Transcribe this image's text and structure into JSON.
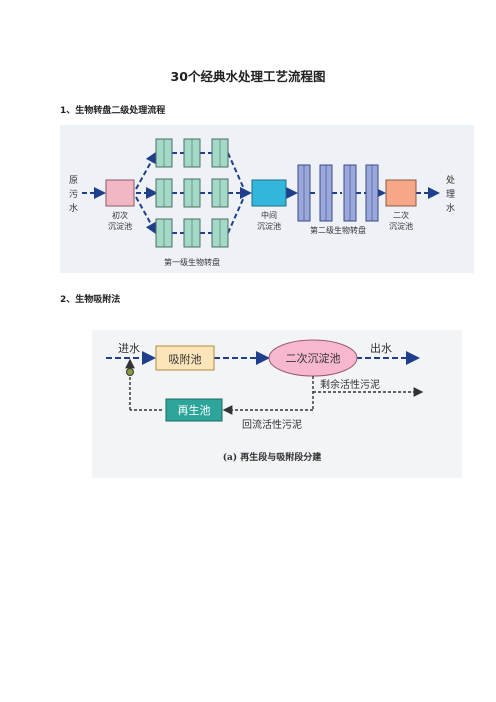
{
  "page_title": "30个经典水处理工艺流程图",
  "sections": [
    {
      "heading": "1、生物转盘二级处理流程",
      "labels": {
        "raw_water": [
          "原",
          "污",
          "水"
        ],
        "primary_tank": [
          "初次",
          "沉淀池"
        ],
        "middle_tank": [
          "中间",
          "沉淀池"
        ],
        "secondary_tank": [
          "二次",
          "沉淀池"
        ],
        "stage1": "第一级生物转盘",
        "stage2": "第二级生物转盘",
        "treated_water": [
          "处",
          "理",
          "水"
        ]
      }
    },
    {
      "heading": "2、生物吸附法",
      "labels": {
        "inlet": "进水",
        "adsorption_tank": "吸附池",
        "secondary_clarifier": "二次沉淀池",
        "outlet": "出水",
        "excess_sludge": "剩余活性污泥",
        "regen_tank": "再生池",
        "return_sludge": "回流活性污泥",
        "caption": "(a) 再生段与吸附段分建"
      }
    }
  ],
  "colors": {
    "arrow": "#1f3f8c",
    "primary_tank": "#f2b7c4",
    "middle_tank": "#33b6dc",
    "secondary_tank": "#f6a788",
    "adsorption_tank": "#fce5b8",
    "clarifier": "#f7b8cf",
    "regen_tank": "#2ea59b",
    "disc": "#a4d9c8",
    "stage2_disc": "#9aa8dc"
  }
}
